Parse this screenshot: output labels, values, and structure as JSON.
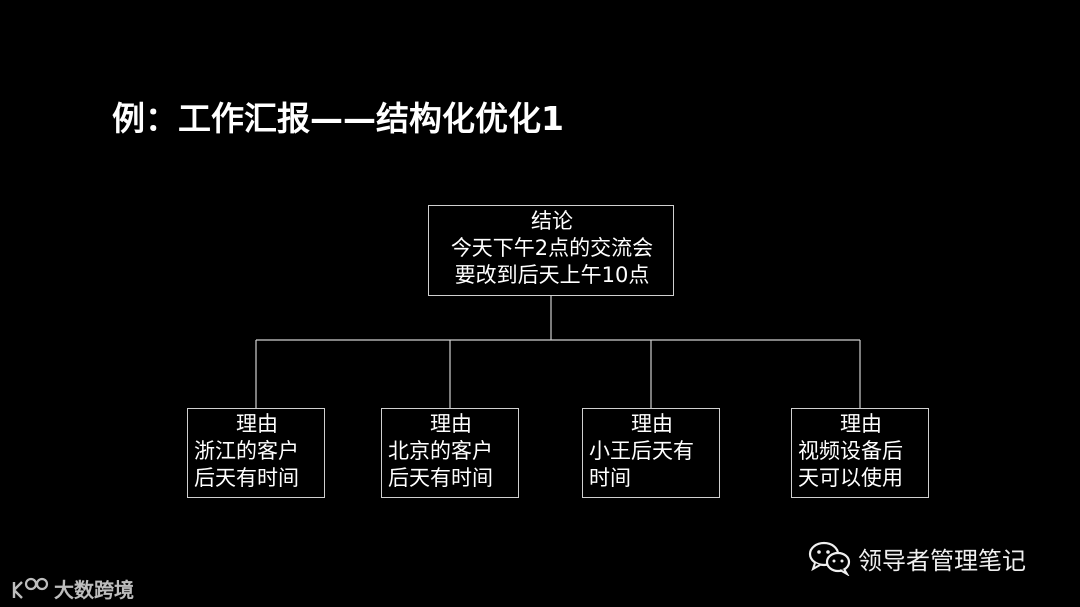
{
  "title": "例：工作汇报——结构化优化1",
  "root": {
    "heading": "结论",
    "lines": [
      "今天下午2点的交流会",
      "要改到后天上午10点"
    ]
  },
  "reasons": [
    {
      "heading": "理由",
      "lines": [
        "浙江的客户",
        "后天有时间"
      ]
    },
    {
      "heading": "理由",
      "lines": [
        "北京的客户",
        "后天有时间"
      ]
    },
    {
      "heading": "理由",
      "lines": [
        "小王后天有",
        "时间"
      ]
    },
    {
      "heading": "理由",
      "lines": [
        "视频设备后",
        "天可以使用"
      ]
    }
  ],
  "watermark": {
    "text": "领导者管理笔记",
    "icon": "wechat-icon"
  },
  "logo": {
    "text": "大数跨境",
    "icon": "brand-logo-icon"
  },
  "colors": {
    "background": "#000000",
    "text": "#ffffff",
    "line": "#d0d0d0"
  }
}
